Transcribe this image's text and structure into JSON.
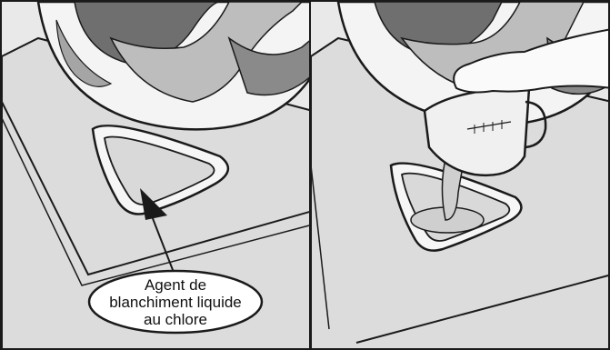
{
  "callout": {
    "lines": [
      "Agent de",
      "blanchiment liquide",
      "au chlore"
    ]
  },
  "panels": [
    {
      "icon": "washer-bleach-dispenser-illustration"
    },
    {
      "icon": "pouring-measuring-cup-illustration"
    }
  ],
  "colors": {
    "ink": "#1a1a1a",
    "panel_bg": "#e9e9e9",
    "laundry_dark": "#6f6f6f",
    "laundry_light": "#bdbdbd",
    "bleach": "#cfcfcf"
  }
}
